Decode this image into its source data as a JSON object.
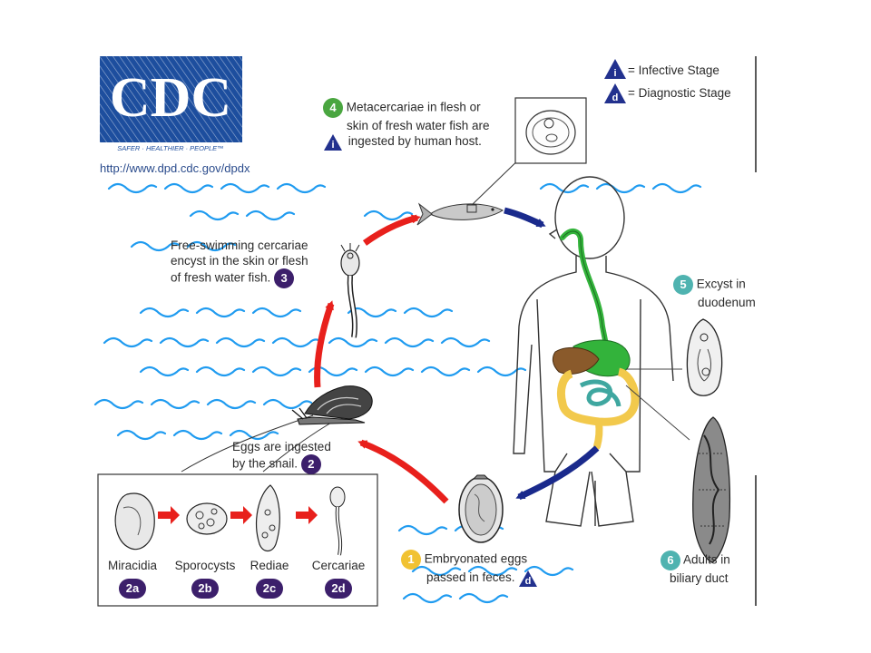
{
  "logo": {
    "text": "CDC",
    "tagline": "SAFER · HEALTHIER · PEOPLE™",
    "url": "http://www.dpd.cdc.gov/dpdx"
  },
  "legend": {
    "infective": {
      "symbol": "i",
      "label": "= Infective Stage"
    },
    "diagnostic": {
      "symbol": "d",
      "label": "= Diagnostic Stage"
    }
  },
  "stages": {
    "s1": {
      "num": "1",
      "line1": "Embryonated eggs",
      "line2": "passed in feces.",
      "tag": "d"
    },
    "s2": {
      "num": "2",
      "line1": "Eggs are ingested",
      "line2": "by the snail."
    },
    "s3": {
      "num": "3",
      "line1": "Free-swimming cercariae",
      "line2": "encyst in the skin or flesh",
      "line3": "of fresh water fish."
    },
    "s4": {
      "num": "4",
      "line1": "Metacercariae in flesh or",
      "line2": "skin of fresh water fish are",
      "line3": "ingested by human host.",
      "tag": "i"
    },
    "s5": {
      "num": "5",
      "line1": "Excyst in",
      "line2": "duodenum"
    },
    "s6": {
      "num": "6",
      "line1": "Adults in",
      "line2": "biliary duct"
    }
  },
  "substages": [
    {
      "label": "Miracidia",
      "num": "2a"
    },
    {
      "label": "Sporocysts",
      "num": "2b"
    },
    {
      "label": "Rediae",
      "num": "2c"
    },
    {
      "label": "Cercariae",
      "num": "2d"
    }
  ],
  "colors": {
    "wave": "#1f9bf0",
    "red_arrow": "#e8201c",
    "blue_arrow": "#1a2a8c",
    "purple": "#3c1f6b",
    "green": "#4aa640",
    "teal": "#4fb3b0",
    "yellow": "#f1c232",
    "gut_green": "#33b33b",
    "liver_brown": "#8a5a2b",
    "colon_yellow": "#f2c94c",
    "intestine_teal": "#3fa7a0",
    "logo_blue": "#1d4e9e"
  }
}
